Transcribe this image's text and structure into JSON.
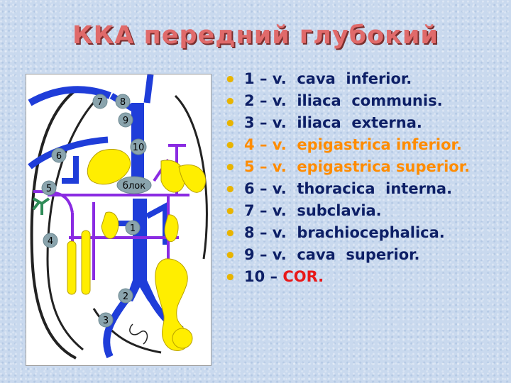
{
  "title": "ККА передний глубокий",
  "diagram": {
    "labels": [
      "1",
      "2",
      "3",
      "4",
      "5",
      "6",
      "7",
      "8",
      "9",
      "10",
      "блок"
    ],
    "colors": {
      "vein_blue": "#1f3dd9",
      "vessel_purple": "#8a2be2",
      "organ_yellow": "#ffee00",
      "branch_green": "#2e8b57",
      "lymph_dark": "#222222",
      "label_circle": "#8aa4ad"
    }
  },
  "legend": [
    {
      "num": "1",
      "dash": "–",
      "text": "v.  cava  inferior.",
      "color": "#0d1f66"
    },
    {
      "num": "2",
      "dash": "–",
      "text": "v.  iliaca  communis.",
      "color": "#0d1f66"
    },
    {
      "num": "3",
      "dash": "–",
      "text": "v.  iliaca  externa.",
      "color": "#0d1f66"
    },
    {
      "num": "4",
      "dash": "–",
      "text": "v.  epigastrica inferior.",
      "color": "#ff8c00"
    },
    {
      "num": "5",
      "dash": "–",
      "text": "v.  epigastrica superior.",
      "color": "#ff8c00"
    },
    {
      "num": "6",
      "dash": "–",
      "text": "v.  thoracica  interna.",
      "color": "#0d1f66"
    },
    {
      "num": "7",
      "dash": "–",
      "text": "v.  subclavia.",
      "color": "#0d1f66"
    },
    {
      "num": "8",
      "dash": "–",
      "text": "v.  brachiocephalica.",
      "color": "#0d1f66"
    },
    {
      "num": "9",
      "dash": "–",
      "text": "v.  cava  superior.",
      "color": "#0d1f66"
    },
    {
      "num": "10",
      "dash": "–",
      "text": "COR.",
      "color": "#e81818"
    }
  ]
}
